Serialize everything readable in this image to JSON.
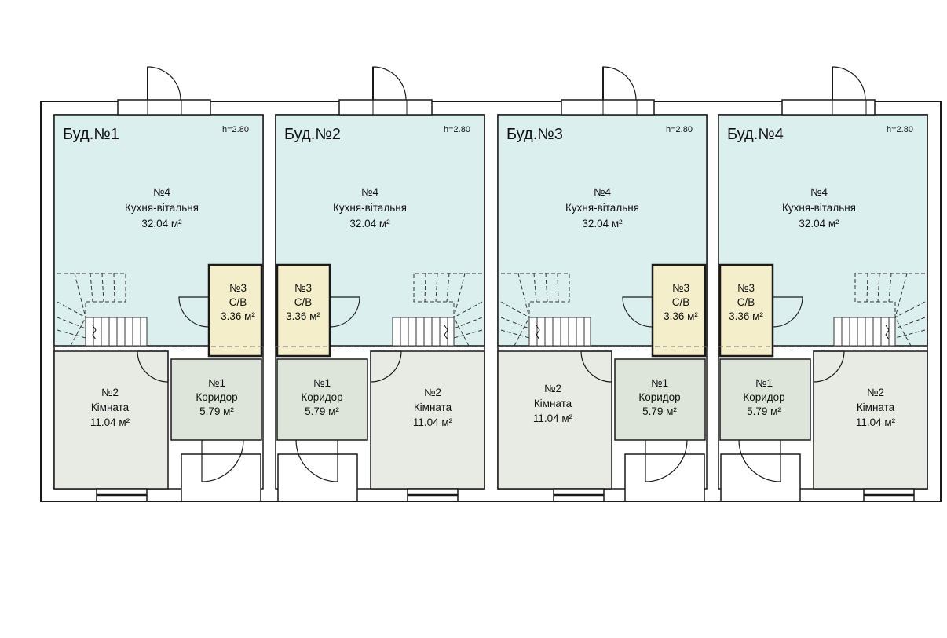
{
  "buildings": [
    {
      "title": "Буд.№1",
      "height": "h=2.80",
      "rooms": [
        {
          "num": "№4",
          "name": "Кухня-вітальня",
          "area": "32.04 м²"
        },
        {
          "num": "№3",
          "name": "С/В",
          "area": "3.36 м²"
        },
        {
          "num": "№1",
          "name": "Коридор",
          "area": "5.79 м²"
        },
        {
          "num": "№2",
          "name": "Кімната",
          "area": "11.04 м²"
        }
      ]
    },
    {
      "title": "Буд.№2",
      "height": "h=2.80",
      "rooms": [
        {
          "num": "№4",
          "name": "Кухня-вітальня",
          "area": "32.04 м²"
        },
        {
          "num": "№3",
          "name": "С/В",
          "area": "3.36 м²"
        },
        {
          "num": "№1",
          "name": "Коридор",
          "area": "5.79 м²"
        },
        {
          "num": "№2",
          "name": "Кімната",
          "area": "11.04 м²"
        }
      ]
    },
    {
      "title": "Буд.№3",
      "height": "h=2.80",
      "rooms": [
        {
          "num": "№4",
          "name": "Кухня-вітальня",
          "area": "32.04 м²"
        },
        {
          "num": "№3",
          "name": "С/В",
          "area": "3.36 м²"
        },
        {
          "num": "№1",
          "name": "Коридор",
          "area": "5.79 м²"
        },
        {
          "num": "№2",
          "name": "Кімната",
          "area": "11.04 м²"
        }
      ]
    },
    {
      "title": "Буд.№4",
      "height": "h=2.80",
      "rooms": [
        {
          "num": "№4",
          "name": "Кухня-вітальня",
          "area": "32.04 м²"
        },
        {
          "num": "№3",
          "name": "С/В",
          "area": "3.36 м²"
        },
        {
          "num": "№1",
          "name": "Коридор",
          "area": "5.79 м²"
        },
        {
          "num": "№2",
          "name": "Кімната",
          "area": "11.04 м²"
        }
      ]
    }
  ],
  "colors": {
    "living": "#dcefef",
    "bath": "#f4efca",
    "corridor": "#dde5da",
    "room": "#e7ebe4",
    "wall": "#1a1a1a"
  }
}
